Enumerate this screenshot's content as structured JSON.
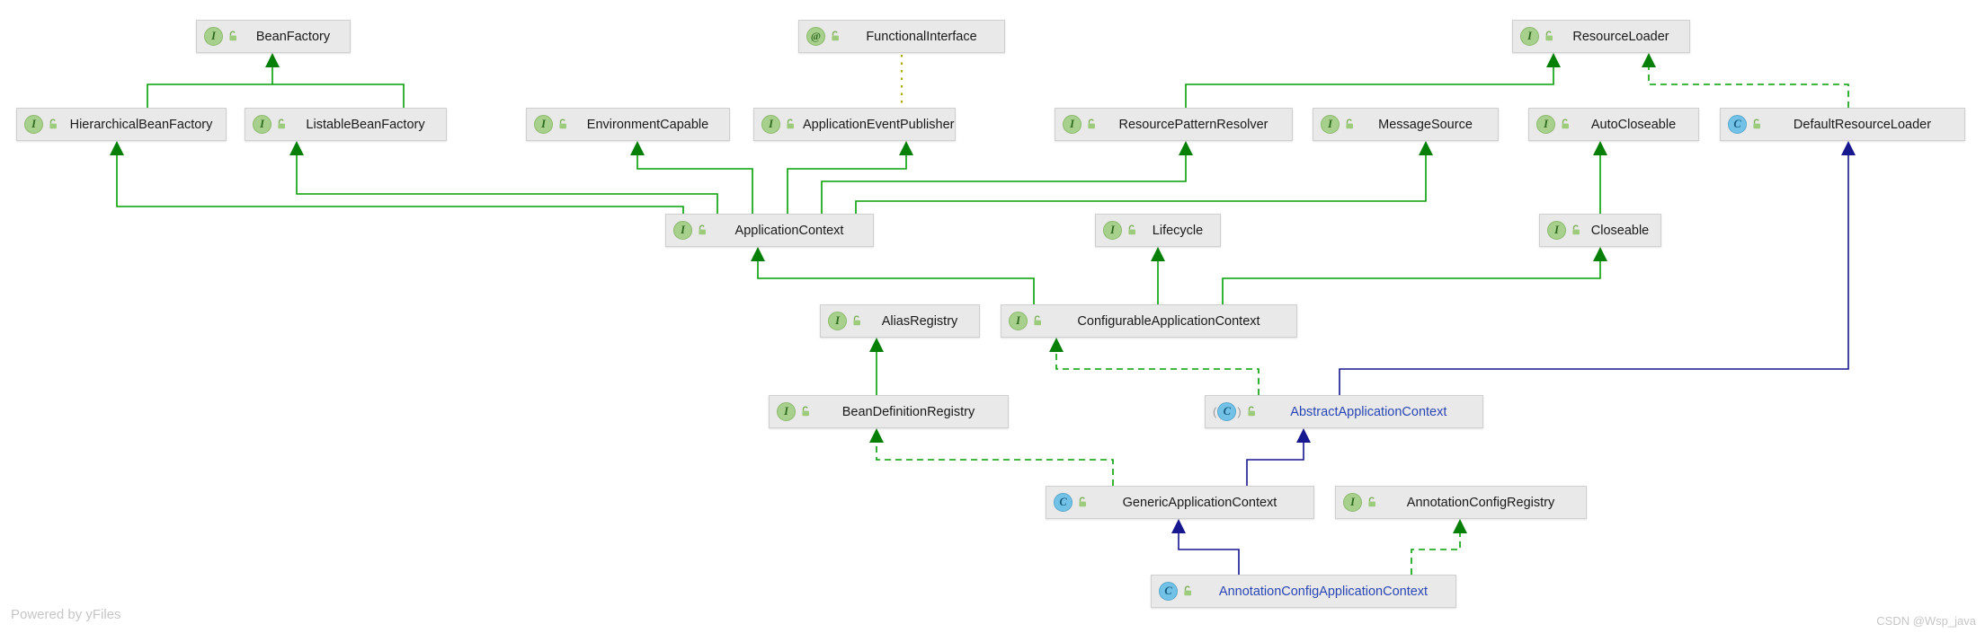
{
  "nodes": [
    {
      "id": "BeanFactory",
      "label": "BeanFactory",
      "kind": "interface"
    },
    {
      "id": "FunctionalInterface",
      "label": "FunctionalInterface",
      "kind": "annotation"
    },
    {
      "id": "ResourceLoader",
      "label": "ResourceLoader",
      "kind": "interface"
    },
    {
      "id": "HierarchicalBeanFactory",
      "label": "HierarchicalBeanFactory",
      "kind": "interface"
    },
    {
      "id": "ListableBeanFactory",
      "label": "ListableBeanFactory",
      "kind": "interface"
    },
    {
      "id": "EnvironmentCapable",
      "label": "EnvironmentCapable",
      "kind": "interface"
    },
    {
      "id": "ApplicationEventPublisher",
      "label": "ApplicationEventPublisher",
      "kind": "interface"
    },
    {
      "id": "ResourcePatternResolver",
      "label": "ResourcePatternResolver",
      "kind": "interface"
    },
    {
      "id": "MessageSource",
      "label": "MessageSource",
      "kind": "interface"
    },
    {
      "id": "AutoCloseable",
      "label": "AutoCloseable",
      "kind": "interface"
    },
    {
      "id": "DefaultResourceLoader",
      "label": "DefaultResourceLoader",
      "kind": "class"
    },
    {
      "id": "ApplicationContext",
      "label": "ApplicationContext",
      "kind": "interface"
    },
    {
      "id": "Lifecycle",
      "label": "Lifecycle",
      "kind": "interface"
    },
    {
      "id": "Closeable",
      "label": "Closeable",
      "kind": "interface"
    },
    {
      "id": "AliasRegistry",
      "label": "AliasRegistry",
      "kind": "interface"
    },
    {
      "id": "ConfigurableApplicationContext",
      "label": "ConfigurableApplicationContext",
      "kind": "interface"
    },
    {
      "id": "BeanDefinitionRegistry",
      "label": "BeanDefinitionRegistry",
      "kind": "interface"
    },
    {
      "id": "AbstractApplicationContext",
      "label": "AbstractApplicationContext",
      "kind": "abstract-class"
    },
    {
      "id": "GenericApplicationContext",
      "label": "GenericApplicationContext",
      "kind": "class"
    },
    {
      "id": "AnnotationConfigRegistry",
      "label": "AnnotationConfigRegistry",
      "kind": "interface"
    },
    {
      "id": "AnnotationConfigApplicationContext",
      "label": "AnnotationConfigApplicationContext",
      "kind": "class"
    }
  ],
  "edges": [
    {
      "from": "HierarchicalBeanFactory",
      "to": "BeanFactory",
      "relation": "extends",
      "style": "solid-green"
    },
    {
      "from": "ListableBeanFactory",
      "to": "BeanFactory",
      "relation": "extends",
      "style": "solid-green"
    },
    {
      "from": "ApplicationContext",
      "to": "HierarchicalBeanFactory",
      "relation": "extends",
      "style": "solid-green"
    },
    {
      "from": "ApplicationContext",
      "to": "ListableBeanFactory",
      "relation": "extends",
      "style": "solid-green"
    },
    {
      "from": "ApplicationContext",
      "to": "EnvironmentCapable",
      "relation": "extends",
      "style": "solid-green"
    },
    {
      "from": "ApplicationContext",
      "to": "ApplicationEventPublisher",
      "relation": "extends",
      "style": "solid-green"
    },
    {
      "from": "ApplicationContext",
      "to": "ResourcePatternResolver",
      "relation": "extends",
      "style": "solid-green"
    },
    {
      "from": "ApplicationContext",
      "to": "MessageSource",
      "relation": "extends",
      "style": "solid-green"
    },
    {
      "from": "ResourcePatternResolver",
      "to": "ResourceLoader",
      "relation": "extends",
      "style": "solid-green"
    },
    {
      "from": "Closeable",
      "to": "AutoCloseable",
      "relation": "extends",
      "style": "solid-green"
    },
    {
      "from": "ConfigurableApplicationContext",
      "to": "ApplicationContext",
      "relation": "extends",
      "style": "solid-green"
    },
    {
      "from": "ConfigurableApplicationContext",
      "to": "Lifecycle",
      "relation": "extends",
      "style": "solid-green"
    },
    {
      "from": "ConfigurableApplicationContext",
      "to": "Closeable",
      "relation": "extends",
      "style": "solid-green"
    },
    {
      "from": "BeanDefinitionRegistry",
      "to": "AliasRegistry",
      "relation": "extends",
      "style": "solid-green"
    },
    {
      "from": "DefaultResourceLoader",
      "to": "ResourceLoader",
      "relation": "implements",
      "style": "dashed-green"
    },
    {
      "from": "AbstractApplicationContext",
      "to": "ConfigurableApplicationContext",
      "relation": "implements",
      "style": "dashed-green"
    },
    {
      "from": "GenericApplicationContext",
      "to": "BeanDefinitionRegistry",
      "relation": "implements",
      "style": "dashed-green"
    },
    {
      "from": "AnnotationConfigApplicationContext",
      "to": "AnnotationConfigRegistry",
      "relation": "implements",
      "style": "dashed-green"
    },
    {
      "from": "AbstractApplicationContext",
      "to": "DefaultResourceLoader",
      "relation": "extends",
      "style": "solid-navy"
    },
    {
      "from": "GenericApplicationContext",
      "to": "AbstractApplicationContext",
      "relation": "extends",
      "style": "solid-navy"
    },
    {
      "from": "AnnotationConfigApplicationContext",
      "to": "GenericApplicationContext",
      "relation": "extends",
      "style": "solid-navy"
    },
    {
      "from": "FunctionalInterface",
      "to": "ApplicationEventPublisher",
      "relation": "annotates",
      "style": "dotted-olive"
    }
  ],
  "watermarks": {
    "powered_by": "Powered by yFiles",
    "credit": "CSDN @Wsp_java"
  },
  "colors": {
    "edge_green": "#04a004",
    "arrow_green": "#067f06",
    "edge_navy": "#17178f",
    "edge_olive": "#acac00",
    "node_bg": "#e9e9e9",
    "node_border": "#cfcfcf",
    "label_default": "#1a1a1a",
    "label_class_blue": "#2946b4",
    "icon_interface_green": "#a8d08d",
    "icon_class_blue": "#72c2e8",
    "watermark_gray": "#c6c6c6"
  }
}
